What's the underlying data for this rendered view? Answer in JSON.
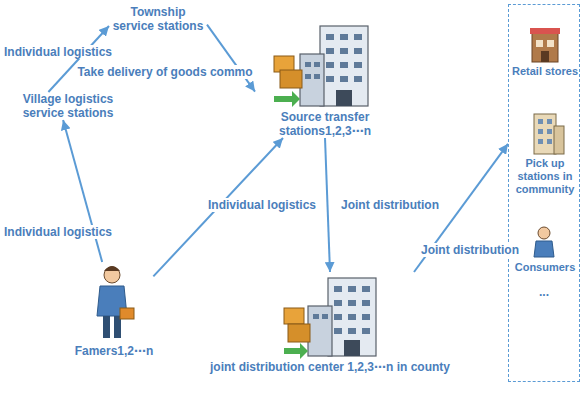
{
  "diagram": {
    "nodes": [
      {
        "text": [
          "Township service stations"
        ]
      },
      {
        "text": [
          "Village logistics service stations"
        ]
      },
      {
        "text": [
          "Source transfer stations1,2,3⋯n"
        ]
      },
      {
        "text": [
          "Famers1,2⋯n"
        ]
      },
      {
        "text": [
          "joint distribution center 1,2,3⋯n in county"
        ]
      },
      {
        "text": []
      },
      {
        "text": [
          "Retail stores"
        ],
        "in": 5
      },
      {
        "text": [
          "Pick up stations in community"
        ],
        "in": 5
      },
      {
        "text": [
          "Consumers"
        ],
        "in": 5
      }
    ],
    "edges": [
      {
        "from": 3,
        "to": 1,
        "arrow": "to",
        "label": "Individual logistics"
      },
      {
        "from": 1,
        "to": 0,
        "arrow": "to",
        "label": "Individual logistics"
      },
      {
        "from": 0,
        "to": 2,
        "arrow": "to",
        "label": "Take delivery of goods commo"
      },
      {
        "from": 3,
        "to": 2,
        "arrow": "to",
        "label": "Individual logistics"
      },
      {
        "from": 2,
        "to": 4,
        "arrow": "to",
        "label": "Joint distribution"
      },
      {
        "from": 4,
        "to": 5,
        "arrow": "to",
        "label": "Joint distribution"
      }
    ],
    "labels": [
      "..."
    ]
  }
}
